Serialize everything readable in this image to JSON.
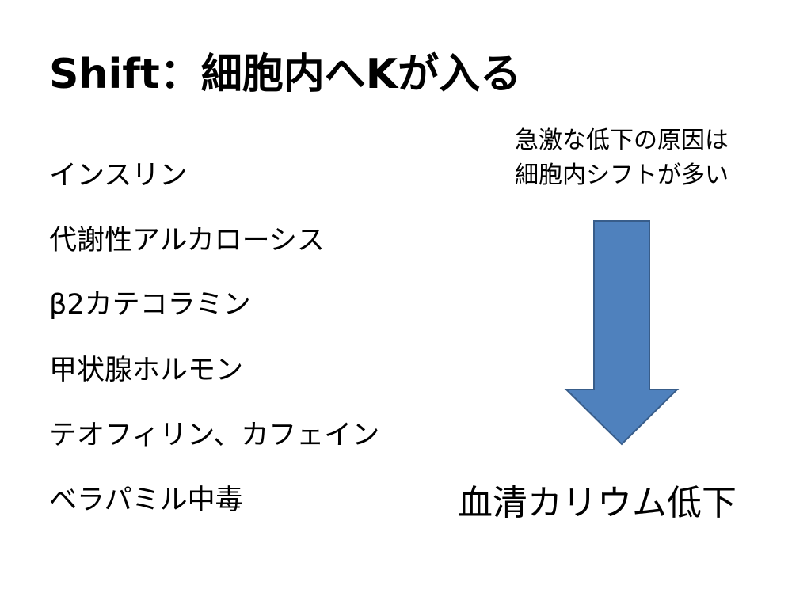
{
  "title": "Shift：細胞内へKが入る",
  "items": [
    "インスリン",
    "代謝性アルカローシス",
    "β2カテコラミン",
    "甲状腺ホルモン",
    "テオフィリン、カフェイン",
    "ベラパミル中毒"
  ],
  "note": {
    "line1": "急激な低下の原因は",
    "line2": "細胞内シフトが多い"
  },
  "result": "血清カリウム低下",
  "colors": {
    "arrow_fill": "#4f81bd",
    "arrow_stroke": "#385d8a"
  }
}
